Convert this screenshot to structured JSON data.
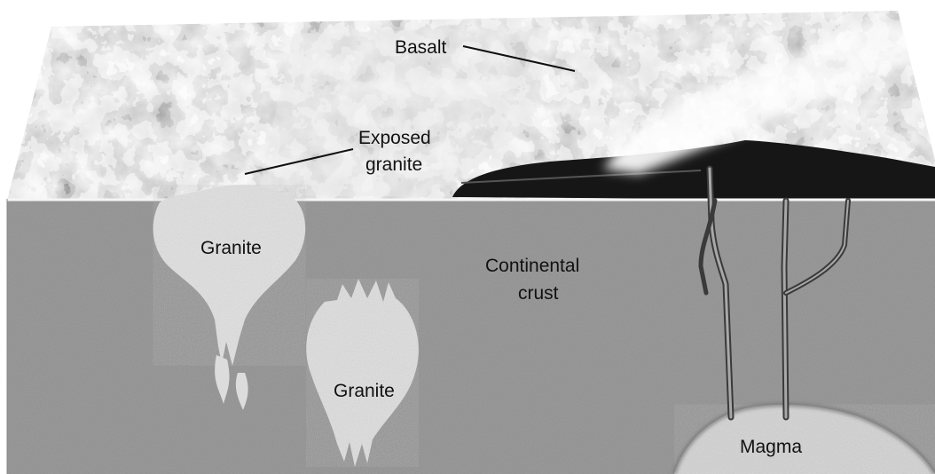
{
  "labels": {
    "basalt": "Basalt",
    "exposed_granite_line1": "Exposed",
    "exposed_granite_line2": "granite",
    "granite_upper": "Granite",
    "granite_lower": "Granite",
    "continental_crust_line1": "Continental",
    "continental_crust_line2": "crust",
    "magma": "Magma"
  },
  "colors": {
    "crust": "#9a9a9a",
    "surface_light": "#d9d9d9",
    "surface_dark": "#4a4a4a",
    "basalt_flow": "#161616",
    "granite": "#e6e6e6",
    "magma": "#dcdcdc",
    "smoke": "#f2f2f2"
  }
}
